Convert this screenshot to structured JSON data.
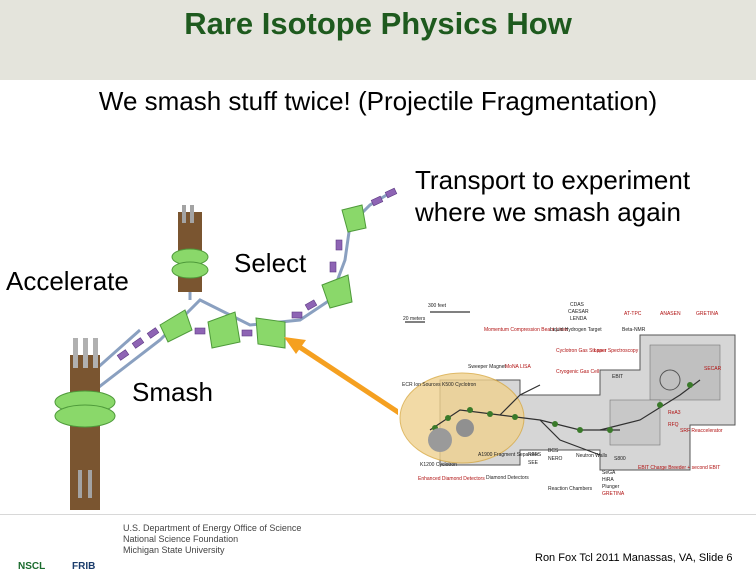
{
  "slide": {
    "title": "Rare Isotope Physics How",
    "subtitle": "We smash stuff twice! (Projectile Fragmentation)"
  },
  "labels": {
    "transport_line1": "Transport to experiment",
    "transport_line2": "where we smash again",
    "select": "Select",
    "accelerate": "Accelerate",
    "smash": "Smash"
  },
  "facility_map": {
    "scale": [
      "300 feet",
      "20 meters"
    ],
    "areas": [
      "CDAS",
      "CAESAR",
      "LENDA",
      "AT-TPC",
      "ANASEN",
      "GRETINA",
      "Momentum Compression Beam Lines",
      "Liquid Hydrogen Target",
      "Beta-NMR",
      "Sweeper Magnet",
      "MoNA LISA",
      "Cyclotron Gas Stopper",
      "Laser Spectroscopy",
      "Cryogenic Gas Cell",
      "EBIT",
      "SECAR",
      "ECR Ion Sources",
      "K500 Cyclotron",
      "ReA3",
      "RFQ",
      "SRF Reaccelerator",
      "K1200 Cyclotron",
      "A1900 Fragment Separator",
      "RFFS",
      "SEE",
      "BCS",
      "NERO",
      "Neutron Walls",
      "S800",
      "SeGA",
      "HiRA",
      "Plunger",
      "Enhanced Diamond Detectors",
      "Diamond Detectors",
      "Reaction Chambers",
      "GRETINA",
      "EBIT Charge Breeder + second EBIT"
    ]
  },
  "footer": {
    "agency_lines": [
      "U.S. Department of Energy Office of Science",
      "National Science Foundation",
      "Michigan State University"
    ],
    "logo_nscl": "NSCL",
    "logo_frib": "FRIB",
    "credit": "Ron Fox Tcl 2011 Manassas, VA, Slide 6"
  },
  "colors": {
    "title": "#1e5a1e",
    "title_band": "#e4e4dc",
    "arrow": "#f5a020",
    "magnet_green": "#8ad86a",
    "beamline_purple": "#8e64b4",
    "highlight_oval": "#f0d290"
  }
}
